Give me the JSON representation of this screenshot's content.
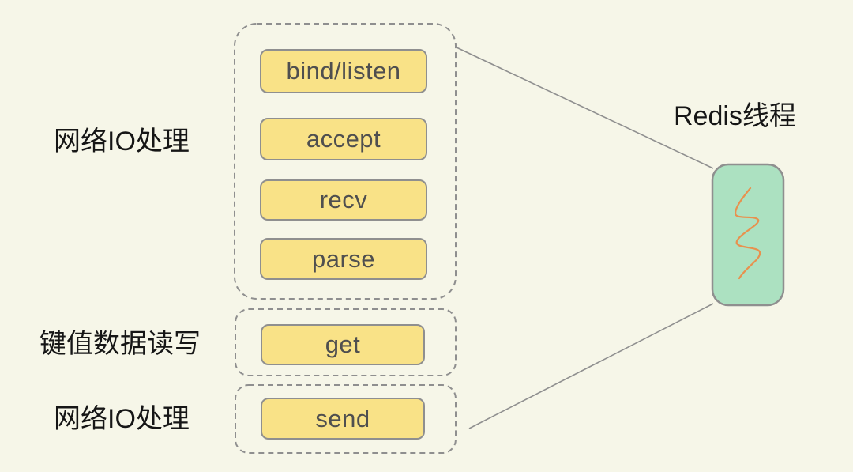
{
  "diagram": {
    "title": "Redis线程",
    "groups": [
      {
        "label": "网络IO处理",
        "boxes": [
          "bind/listen",
          "accept",
          "recv",
          "parse"
        ]
      },
      {
        "label": "键值数据读写",
        "boxes": [
          "get"
        ]
      },
      {
        "label": "网络IO处理",
        "boxes": [
          "send"
        ]
      }
    ],
    "icons": {
      "thread_squiggle": "squiggle-thread-icon"
    },
    "colors": {
      "background": "#F6F6E8",
      "box_fill": "#F9E287",
      "box_border": "#8F8F8F",
      "box_text": "#4F4F4F",
      "group_border": "#8F8F8F",
      "thread_fill": "#ACE1C1",
      "thread_border": "#8F8F8F",
      "squiggle": "#E8914E",
      "connector": "#8F8F8F",
      "label_text": "#161616"
    }
  }
}
